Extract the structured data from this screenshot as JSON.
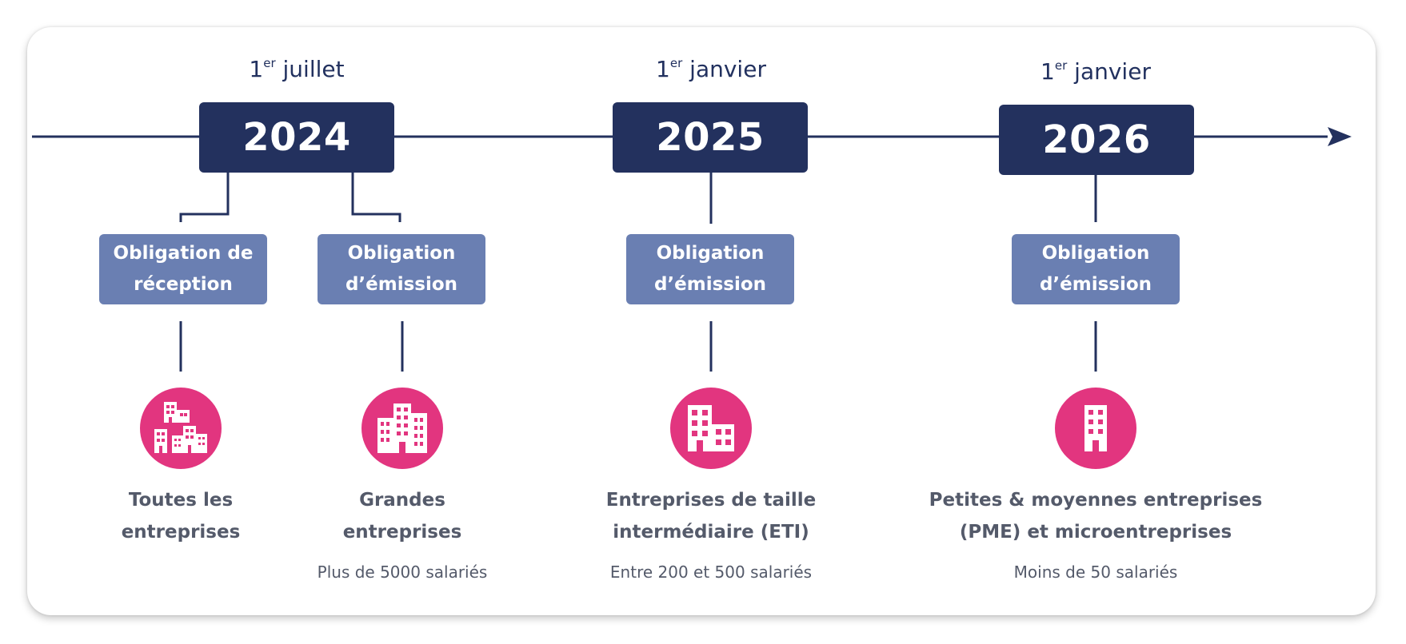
{
  "colors": {
    "navy": "#23315e",
    "slate_blue": "#6a7fb2",
    "pink": "#e2357f",
    "text_gray": "#545a6a"
  },
  "milestones": [
    {
      "date_prefix": "1",
      "date_sup": "er",
      "date_rest": "juillet",
      "year": "2024",
      "obligations": [
        {
          "label_line1": "Obligation de",
          "label_line2": "réception",
          "icon": "buildings-group-icon",
          "target_line1": "Toutes les",
          "target_line2": "entreprises",
          "subtitle": ""
        },
        {
          "label_line1": "Obligation",
          "label_line2": "d’émission",
          "icon": "large-buildings-icon",
          "target_line1": "Grandes",
          "target_line2": "entreprises",
          "subtitle": "Plus de 5000 salariés"
        }
      ]
    },
    {
      "date_prefix": "1",
      "date_sup": "er",
      "date_rest": "janvier",
      "year": "2025",
      "obligations": [
        {
          "label_line1": "Obligation",
          "label_line2": "d’émission",
          "icon": "medium-buildings-icon",
          "target_line1": "Entreprises de taille",
          "target_line2": "intermédiaire (ETI)",
          "subtitle": "Entre 200 et 500 salariés"
        }
      ]
    },
    {
      "date_prefix": "1",
      "date_sup": "er",
      "date_rest": "janvier",
      "year": "2026",
      "obligations": [
        {
          "label_line1": "Obligation",
          "label_line2": "d’émission",
          "icon": "single-building-icon",
          "target_line1": "Petites & moyennes entreprises",
          "target_line2": "(PME) et microentreprises",
          "subtitle": "Moins de 50 salariés"
        }
      ]
    }
  ]
}
